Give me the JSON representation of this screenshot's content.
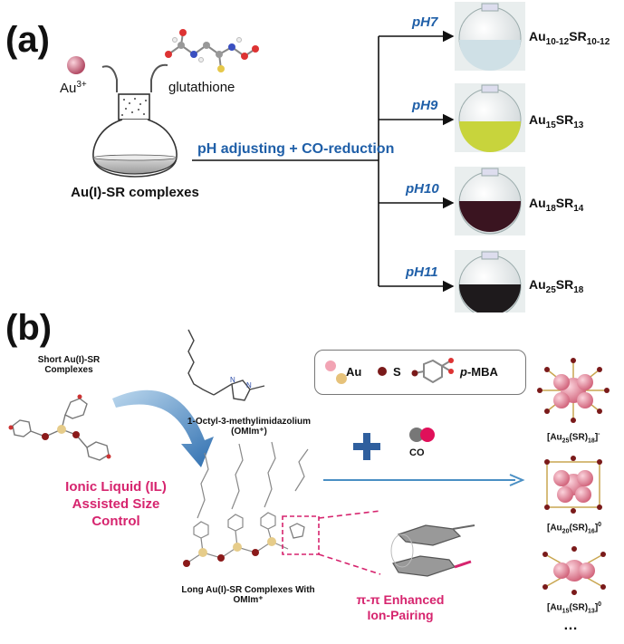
{
  "panel_a": {
    "label": "(a)",
    "au_ion": "Au",
    "au_ion_charge": "3+",
    "glutathione": "glutathione",
    "complex_label": "Au(I)-SR complexes",
    "process_label": "pH adjusting + CO-reduction",
    "branches": [
      {
        "ph": "pH7",
        "au": "Au",
        "au_sub": "10-12",
        "sr": "SR",
        "sr_sub": "10-12",
        "color": "#d6e6ea"
      },
      {
        "ph": "pH9",
        "au": "Au",
        "au_sub": "15",
        "sr": "SR",
        "sr_sub": "13",
        "color": "#c8d43c"
      },
      {
        "ph": "pH10",
        "au": "Au",
        "au_sub": "18",
        "sr": "SR",
        "sr_sub": "14",
        "color": "#3a1420"
      },
      {
        "ph": "pH11",
        "au": "Au",
        "au_sub": "25",
        "sr": "SR",
        "sr_sub": "18",
        "color": "#1e1a1c"
      }
    ]
  },
  "panel_b": {
    "label": "(b)",
    "short_complex": "Short Au(I)-SR Complexes",
    "il_name": "1-Octyl-3-methylimidazolium",
    "il_abbr": "(OMIm⁺)",
    "il_text": "Ionic Liquid (IL) Assisted Size Control",
    "long_complex": "Long Au(I)-SR Complexes With OMIm⁺",
    "pi_text": "π-π Enhanced Ion-Pairing",
    "legend": {
      "au": "Au",
      "s": "S",
      "pmba_italic": "p",
      "pmba_rest": "-MBA"
    },
    "co": "CO",
    "clusters": [
      {
        "pre": "[Au",
        "n": "25",
        "mid": "(SR)",
        "m": "18",
        "post": "]",
        "charge": "-"
      },
      {
        "pre": "[Au",
        "n": "20",
        "mid": "(SR)",
        "m": "16",
        "post": "]",
        "charge": "0"
      },
      {
        "pre": "[Au",
        "n": "15",
        "mid": "(SR)",
        "m": "13",
        "post": "]",
        "charge": "0"
      }
    ],
    "ellipsis": "…"
  },
  "colors": {
    "ph_blue": "#1f5fa8",
    "accent_pink": "#d6246e",
    "arrow_blue": "#4a8fc4",
    "gold_pink": "#e88aa0"
  }
}
